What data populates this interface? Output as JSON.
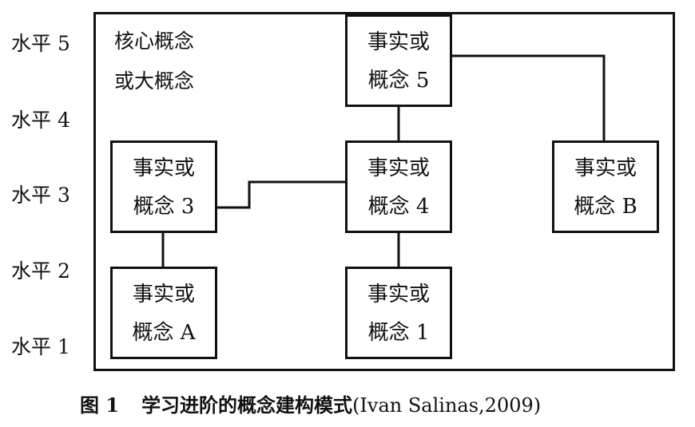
{
  "levels": [
    {
      "label": "水平 5"
    },
    {
      "label": "水平 4"
    },
    {
      "label": "水平 3"
    },
    {
      "label": "水平 2"
    },
    {
      "label": "水平 1"
    }
  ],
  "core_concept": {
    "line1": "核心概念",
    "line2": "或大概念"
  },
  "nodes": [
    {
      "id": "5",
      "line1": "事实或",
      "line2": "概念 5"
    },
    {
      "id": "3",
      "line1": "事实或",
      "line2": "概念 3"
    },
    {
      "id": "4",
      "line1": "事实或",
      "line2": "概念 4"
    },
    {
      "id": "B",
      "line1": "事实或",
      "line2": "概念 B"
    },
    {
      "id": "A",
      "line1": "事实或",
      "line2": "概念 A"
    },
    {
      "id": "1",
      "line1": "事实或",
      "line2": "概念 1"
    }
  ],
  "edges": [
    {
      "from": "5",
      "to": "4"
    },
    {
      "from": "5",
      "to": "B"
    },
    {
      "from": "3",
      "to": "4"
    },
    {
      "from": "3",
      "to": "A"
    },
    {
      "from": "4",
      "to": "1"
    }
  ],
  "caption": {
    "figure_number": "图 1",
    "title": "学习进阶的概念建构模式",
    "citation": "(Ivan Salinas,2009)"
  }
}
